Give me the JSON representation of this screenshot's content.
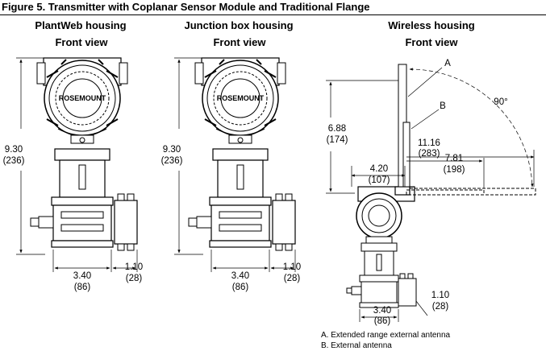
{
  "figure": {
    "title": "Figure 5. Transmitter with Coplanar Sensor Module and Traditional Flange"
  },
  "views": [
    {
      "housing": "PlantWeb housing",
      "view": "Front view",
      "height": {
        "in": "9.30",
        "mm": "(236)"
      },
      "width": {
        "in": "3.40",
        "mm": "(86)"
      },
      "flange": {
        "in": "1.10",
        "mm": "(28)"
      }
    },
    {
      "housing": "Junction box housing",
      "view": "Front view",
      "height": {
        "in": "9.30",
        "mm": "(236)"
      },
      "width": {
        "in": "3.40",
        "mm": "(86)"
      },
      "flange": {
        "in": "1.10",
        "mm": "(28)"
      }
    },
    {
      "housing": "Wireless housing",
      "view": "Front view",
      "antenna_height": {
        "in": "6.88",
        "mm": "(174)"
      },
      "span_a": {
        "in": "11.16",
        "mm": "(283)"
      },
      "span_b": {
        "in": "7.81",
        "mm": "(198)"
      },
      "span_c": {
        "in": "4.20",
        "mm": "(107)"
      },
      "width": {
        "in": "3.40",
        "mm": "(86)"
      },
      "flange": {
        "in": "1.10",
        "mm": "(28)"
      },
      "angle": "90°",
      "callout_a": "A",
      "callout_b": "B"
    }
  ],
  "housing_logo": "ROSEMOUNT",
  "legend": [
    "A. Extended range external antenna",
    "B. External antenna"
  ]
}
